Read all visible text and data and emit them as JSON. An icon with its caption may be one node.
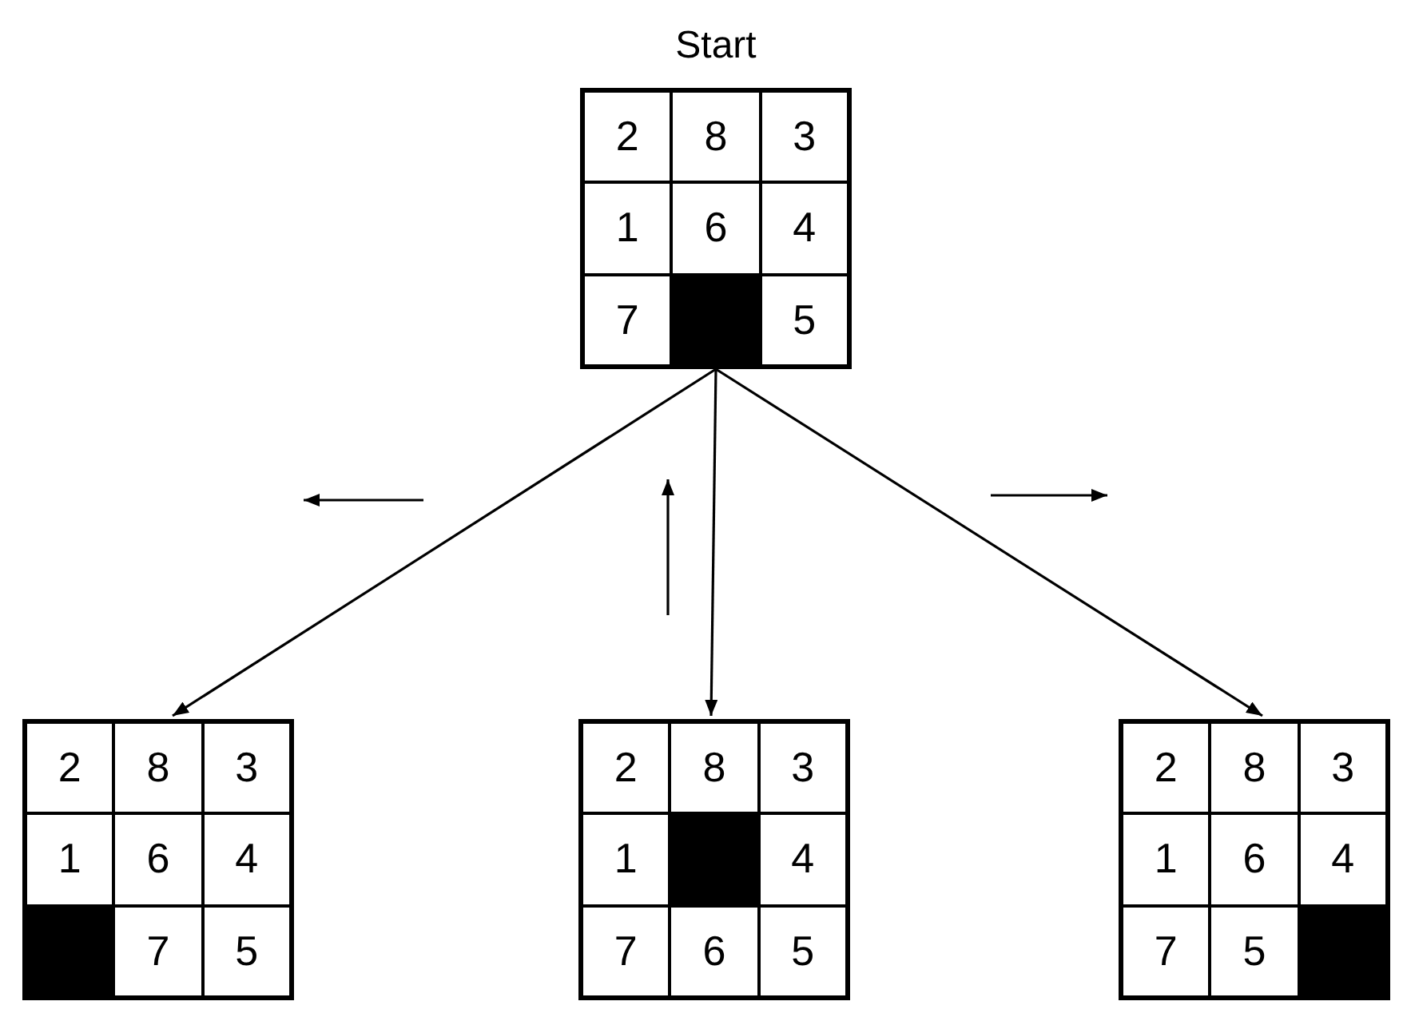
{
  "diagram": {
    "nodes": [
      {
        "text": [
          "Start"
        ]
      },
      {
        "text": [
          "2"
        ],
        "in": 0
      },
      {
        "text": [
          "8"
        ],
        "in": 0
      },
      {
        "text": [
          "3"
        ],
        "in": 0
      },
      {
        "text": [
          "1"
        ],
        "in": 0
      },
      {
        "text": [
          "6"
        ],
        "in": 0
      },
      {
        "text": [
          "4"
        ],
        "in": 0
      },
      {
        "text": [
          "7"
        ],
        "in": 0
      },
      {
        "text": [],
        "shape": "box",
        "in": 0
      },
      {
        "text": [
          "5"
        ],
        "in": 0
      },
      {
        "text": [],
        "shape": "box"
      },
      {
        "text": [
          "2"
        ],
        "in": 10
      },
      {
        "text": [
          "8"
        ],
        "in": 10
      },
      {
        "text": [
          "3"
        ],
        "in": 10
      },
      {
        "text": [
          "1"
        ],
        "in": 10
      },
      {
        "text": [
          "6"
        ],
        "in": 10
      },
      {
        "text": [
          "4"
        ],
        "in": 10
      },
      {
        "text": [],
        "shape": "box",
        "in": 10
      },
      {
        "text": [
          "7"
        ],
        "in": 10
      },
      {
        "text": [
          "5"
        ],
        "in": 10
      },
      {
        "text": [],
        "shape": "box"
      },
      {
        "text": [
          "2"
        ],
        "in": 20
      },
      {
        "text": [
          "8"
        ],
        "in": 20
      },
      {
        "text": [
          "3"
        ],
        "in": 20
      },
      {
        "text": [
          "1"
        ],
        "in": 20
      },
      {
        "text": [],
        "shape": "box",
        "in": 20
      },
      {
        "text": [
          "4"
        ],
        "in": 20
      },
      {
        "text": [
          "7"
        ],
        "in": 20
      },
      {
        "text": [
          "6"
        ],
        "in": 20
      },
      {
        "text": [
          "5"
        ],
        "in": 20
      },
      {
        "text": [],
        "shape": "box"
      },
      {
        "text": [
          "2"
        ],
        "in": 30
      },
      {
        "text": [
          "8"
        ],
        "in": 30
      },
      {
        "text": [
          "3"
        ],
        "in": 30
      },
      {
        "text": [
          "1"
        ],
        "in": 30
      },
      {
        "text": [
          "6"
        ],
        "in": 30
      },
      {
        "text": [
          "4"
        ],
        "in": 30
      },
      {
        "text": [
          "7"
        ],
        "in": 30
      },
      {
        "text": [
          "5"
        ],
        "in": 30
      },
      {
        "text": [],
        "shape": "box",
        "in": 30
      }
    ],
    "edges": [
      {
        "from": 0,
        "to": 10,
        "arrow": "to"
      },
      {
        "from": 0,
        "to": 20,
        "arrow": "to"
      },
      {
        "from": 0,
        "to": 30,
        "arrow": "to"
      }
    ]
  }
}
